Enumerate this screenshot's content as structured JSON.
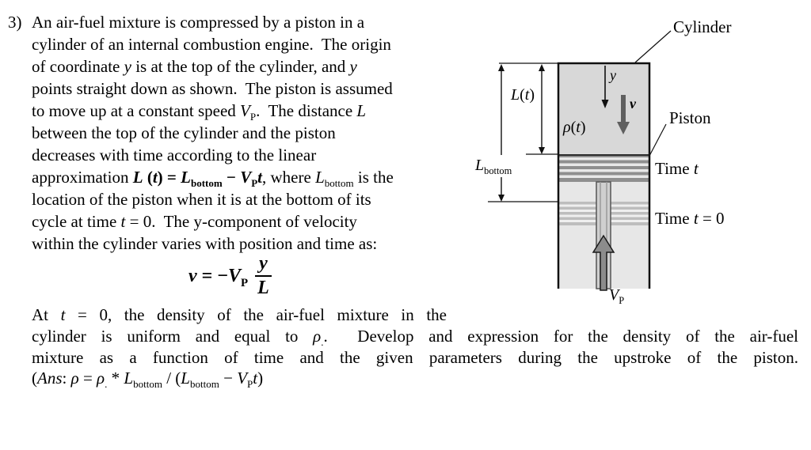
{
  "problem": {
    "number": "3)",
    "lines": [
      "An air-fuel mixture is compressed by a piston in a",
      "cylinder of an internal combustion engine.  The origin",
      "of coordinate <i>y</i> is at the top of the cylinder, and <i>y</i>",
      "points straight down as shown.  The piston is assumed",
      "to move up at a constant speed <i>V</i><sub>P</sub>.  The distance <i>L</i>",
      "between the top of the cylinder and the piston",
      "decreases with time according to the linear",
      "approximation <b><i>L</i> (<i>t</i>) = <i>L</i><sub>bottom</sub> − <i>V</i><sub>P</sub><i>t</i></b>, where <i>L</i><sub>bottom</sub> is the",
      "location of the piston when it is at the bottom of its",
      "cycle at time <i>t</i> = 0.  The y-component of velocity",
      "within the cylinder varies with position and time as:"
    ],
    "equation": {
      "lhs": "<i>v</i> = −<i>V</i><sub>P</sub>",
      "numerator": "<i>y</i>",
      "denominator": "<i>L</i>"
    },
    "closing_lines": [
      "At <i>t</i> = 0, the density of the air-fuel mixture in the",
      "cylinder is uniform and equal to <i>ρ</i><sub>.</sub>.  Develop and expression for the density of the air-fuel",
      "mixture as a function of time and the given parameters during the upstroke of the piston.",
      "(<i>Ans</i>: <i>ρ</i> = <i>ρ</i><sub>.</sub> * <i>L</i><sub>bottom</sub> / (<i>L</i><sub>bottom</sub> − <i>V</i><sub>P</sub><i>t</i>)"
    ]
  },
  "figure": {
    "labels": {
      "cylinder": "Cylinder",
      "piston": "Piston",
      "time_t": "Time <i>t</i>",
      "time_t0": "Time <i>t</i> = 0",
      "length_t": "<i>L</i>(<i>t</i>)",
      "length_bottom": "<i>L</i><sub>bottom</sub>",
      "density_t": "<i>ρ</i>(<i>t</i>)",
      "y_axis": "<i>y</i>",
      "velocity": "<b><i>v</i></b>",
      "piston_speed": "<i>V</i><sub>P</sub>"
    }
  }
}
